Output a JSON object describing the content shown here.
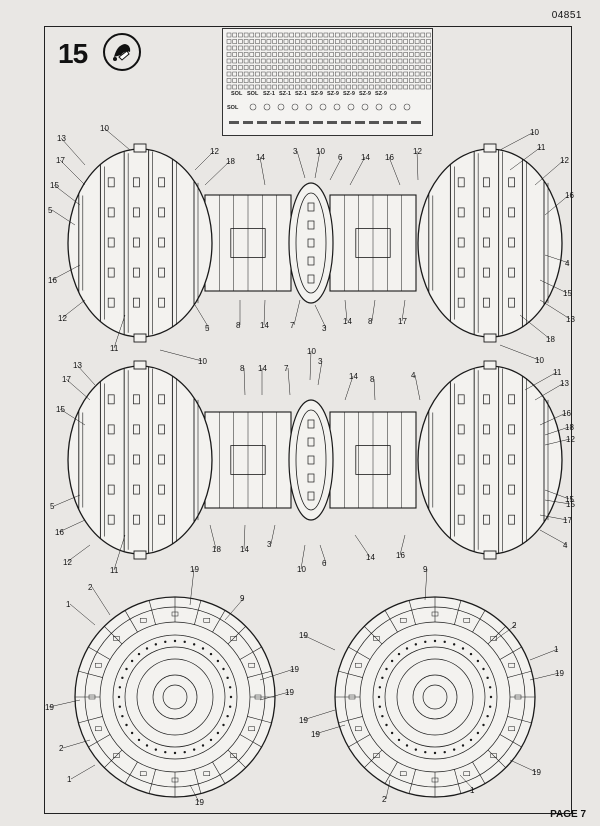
{
  "header": {
    "doc_number": "04851",
    "step_number": "15"
  },
  "footer": {
    "page_label": "PAGE 7"
  },
  "decal_sheet": {
    "labels": [
      "SOL",
      "SOL",
      "SZ-1",
      "SZ-1",
      "SZ-1",
      "SZ-9",
      "SZ-9",
      "SZ-9",
      "SZ-9",
      "SZ-9"
    ],
    "side_text": "SOL"
  },
  "callouts": {
    "view1": [
      "10",
      "13",
      "17",
      "15",
      "5",
      "16",
      "12",
      "11",
      "5",
      "12",
      "18",
      "14",
      "3",
      "10",
      "6",
      "14",
      "16",
      "12",
      "8",
      "14",
      "7",
      "3",
      "14",
      "8",
      "17",
      "10",
      "11",
      "12",
      "16",
      "4",
      "15",
      "13",
      "18",
      "10"
    ],
    "view2": [
      "13",
      "17",
      "15",
      "5",
      "16",
      "12",
      "11",
      "10",
      "8",
      "14",
      "7",
      "10",
      "3",
      "14",
      "8",
      "4",
      "18",
      "14",
      "3",
      "10",
      "6",
      "14",
      "16",
      "15",
      "11",
      "13",
      "16",
      "18",
      "12",
      "15",
      "17",
      "4"
    ],
    "disc_left": [
      "19",
      "2",
      "1",
      "9",
      "19",
      "19",
      "19",
      "2",
      "1",
      "19"
    ],
    "disc_right": [
      "9",
      "2",
      "19",
      "1",
      "19",
      "19",
      "19",
      "2",
      "19",
      "1"
    ]
  }
}
